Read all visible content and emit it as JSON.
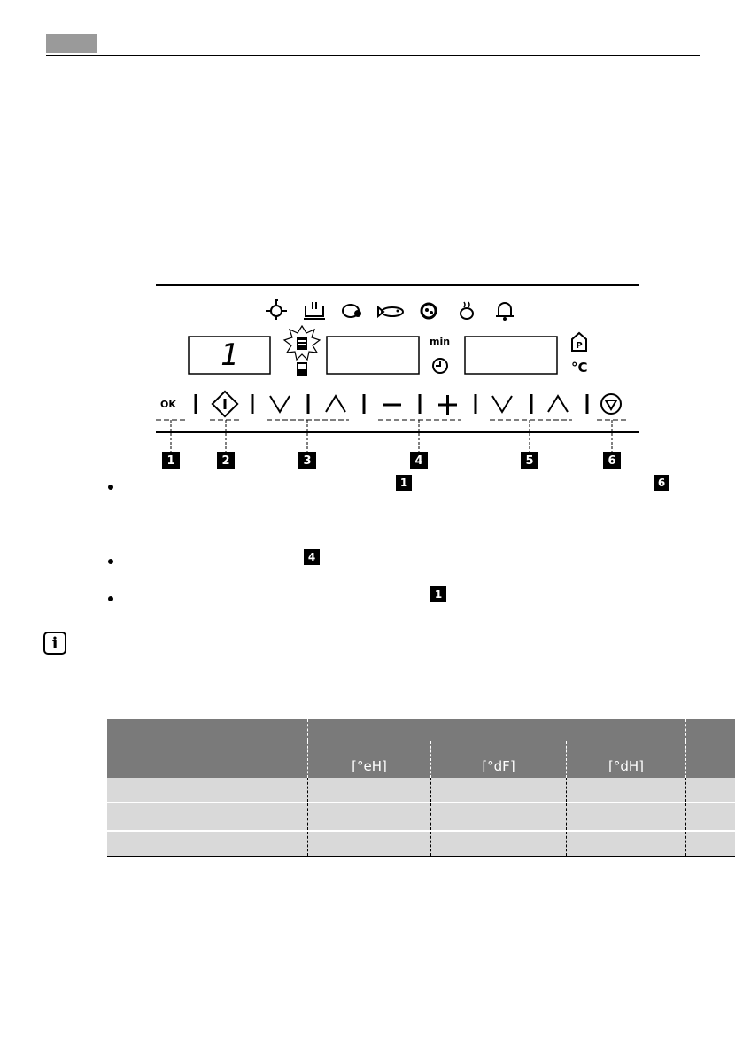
{
  "header": {
    "tab_color": "#9a9a9a"
  },
  "panel": {
    "display_value": "1",
    "unit_min": "min",
    "unit_celsius": "°C",
    "ok_label": "OK",
    "callout_numbers": [
      "1",
      "2",
      "3",
      "4",
      "5",
      "6"
    ]
  },
  "bullets": [
    {
      "ref": "1",
      "ref2": "6"
    },
    {
      "ref": "4"
    },
    {
      "ref": "1"
    }
  ],
  "table": {
    "units": [
      "[°eH]",
      "[°dF]",
      "[°dH]"
    ],
    "header_color": "#7a7a7a",
    "row_color": "#d9d9d9"
  },
  "icons": [
    "fan-heat-icon",
    "bottom-heat-icon",
    "meat-icon",
    "fish-icon",
    "pizza-icon",
    "steam-icon",
    "bell-icon",
    "descale-icon",
    "water-tank-icon",
    "clock-icon",
    "program-icon"
  ]
}
